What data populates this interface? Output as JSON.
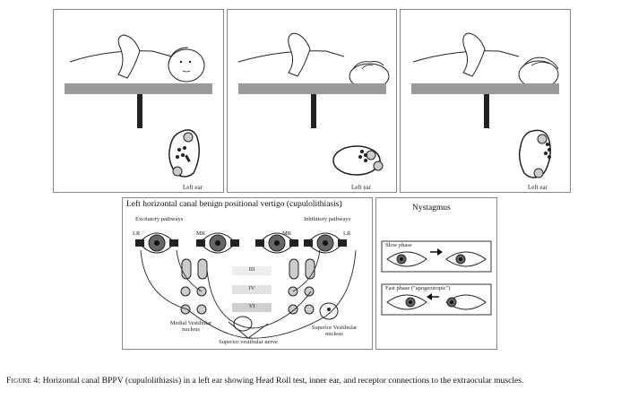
{
  "panels": [
    {
      "ear_label": "Left ear"
    },
    {
      "ear_label": "Left ear"
    },
    {
      "ear_label": "Left ear"
    }
  ],
  "pathways_panel": {
    "title": "Left horizontal canal benign positional vertigo (cupulolithiasis)",
    "excitatory_label": "Excitatory pathways",
    "inhibitory_label": "Inhibitory pathways",
    "eye_labels": [
      "LR",
      "MR",
      "MR",
      "LR"
    ],
    "nuclei": [
      "III",
      "IV",
      "VI"
    ],
    "medial_nucleus": "Medial Vestibular",
    "medial_nucleus_2": "nucleus",
    "superior_nucleus": "Superior Vestibular",
    "superior_nucleus_2": "nucleus",
    "nerve_label": "Superior vestibular nerve"
  },
  "nystagmus_panel": {
    "title": "Nystagmus",
    "slow_phase": "Slow phase",
    "fast_phase": "Fast phase (\"apogeotropic\")"
  },
  "caption": {
    "label": "Figure 4",
    "text": ": Horizontal canal BPPV (cupulolithiasis) in a left ear showing Head Roll test, inner ear, and receptor connections to the extraocular muscles."
  }
}
